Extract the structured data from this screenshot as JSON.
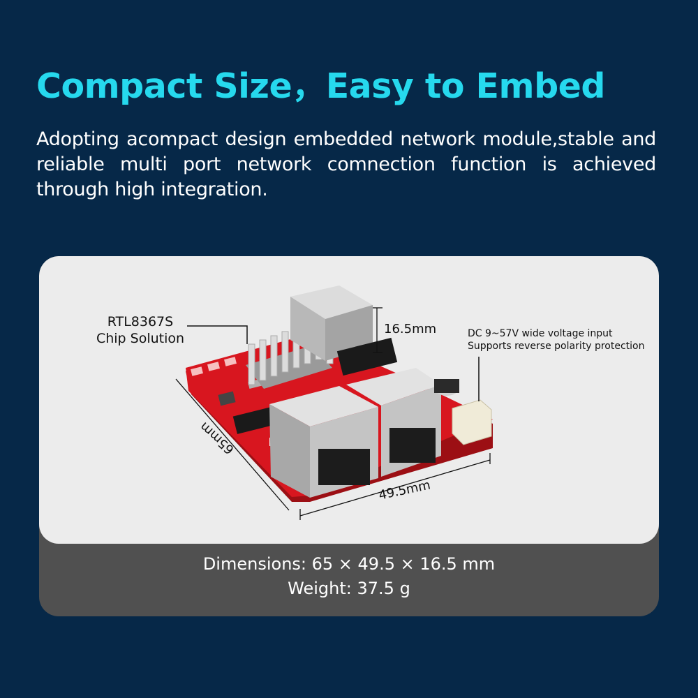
{
  "header": {
    "title": "Compact Size，Easy to Embed",
    "description": "Adopting acompact design embedded network module,stable and reliable multi port network comnection function is achieved through high integration."
  },
  "product": {
    "callouts": {
      "chip": [
        "RTL8367S",
        "Chip Solution"
      ],
      "power": [
        "DC 9~57V wide voltage input",
        "Supports reverse polarity protection"
      ]
    },
    "dimensions": {
      "height": "16.5mm",
      "width": "49.5mm",
      "length": "65mm"
    }
  },
  "specs": {
    "dimensions": "Dimensions: 65 × 49.5 × 16.5 mm",
    "weight": "Weight: 37.5 g"
  },
  "colors": {
    "background": "#062848",
    "accent": "#26d9ee",
    "card_light": "#ececec",
    "card_dark": "#505050",
    "pcb_red": "#d8161f"
  }
}
